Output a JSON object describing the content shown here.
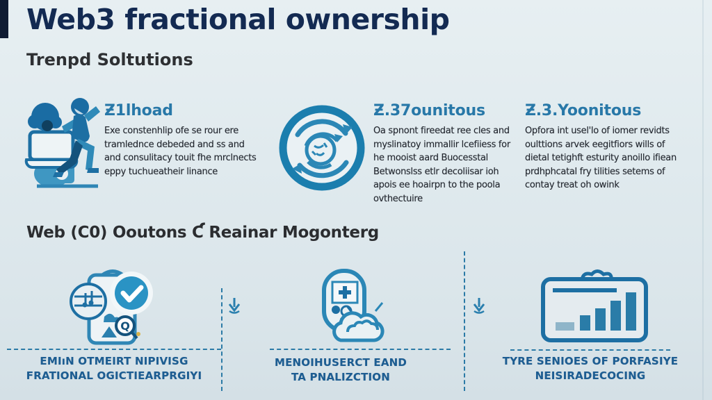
{
  "page": {
    "title": "Web3 fractional ownership",
    "subtitle": "Trenpd Soltutions",
    "section_heading": "Web (C0) Ooutons Ƈ Reainar Mogonterg"
  },
  "features": [
    {
      "heading": "Ƶ1lhoad",
      "icon": "person-illustration-icon",
      "lines": [
        "Exe constenhlip ofe se rour ere",
        "tramlednce debeded and ss and",
        "and consulitacy touit fhe mrclnects",
        "eppy tuchueatheir linance"
      ]
    },
    {
      "heading": "Ƶ.37ounitous",
      "icon": "circular-cycle-icon",
      "lines": [
        "Oa spnont fireedat ree cles and",
        "myslinatoy immallir lcefiiess for",
        "he mooist aard Buocesstal",
        "Betwonslss etlr decoliisar ioh",
        "apois ee hoairpn to the poola",
        "ovthectuire"
      ]
    },
    {
      "heading": "Ƶ.3.Yoonitous",
      "icon": "none",
      "lines": [
        "Opfora int usel'lo of iomer revidts",
        "oulttions arvek eegitfiors wills of",
        "dietal tetighft esturity anoillo ifiean",
        "prdhphcatal fry tilities setems of",
        "contay treat oh owink"
      ]
    }
  ],
  "steps": [
    {
      "icon": "clipboard-check-magnifier-icon",
      "label_line1": "EMIıN OTMEIRT NIPIVISG",
      "label_line2": "FRATIONAL OGICTIEARPRGIYI"
    },
    {
      "icon": "device-cloud-icon",
      "label_line1": "MENOIHUSERCT EAND",
      "label_line2": "TA PNALIZCTION"
    },
    {
      "icon": "bar-chart-board-icon",
      "label_line1": "TYRE SENIOES OF PORFASIYE",
      "label_line2": "NEISIRADECOCING"
    }
  ],
  "colors": {
    "background_top": "#e7eff2",
    "background_bottom": "#d4e0e6",
    "title_navy": "#132a52",
    "subtitle_gray": "#2e3033",
    "heading_blue": "#2878a8",
    "body_text": "#23272e",
    "label_blue": "#1d5d92",
    "icon_blue_dark": "#1d6fa3",
    "icon_blue_mid": "#2b87b6",
    "icon_blue_light": "#8fb5c9",
    "dash_blue": "#2b7aa6",
    "corner_bar_navy": "#101c33",
    "check_circle_blue": "#2a93c4"
  }
}
